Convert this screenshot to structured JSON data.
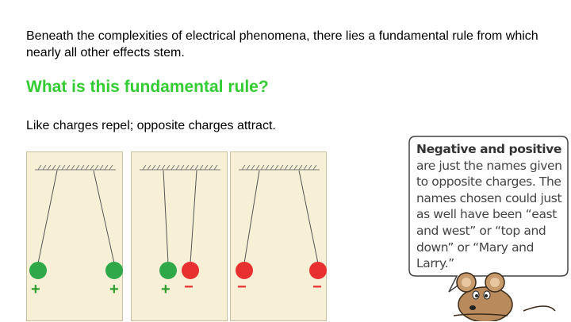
{
  "intro": "Beneath the complexities of electrical phenomena, there lies a fundamental rule from which nearly all other effects stem.",
  "question": "What is this fundamental rule?",
  "answer": "Like charges repel; opposite charges attract.",
  "bubble": {
    "lead": "Negative and positive",
    "text": " are just the names given to opposite charges. The names chosen could just as well have been “east and west” or “top and down” or “Mary and Larry.”"
  },
  "panels": [
    {
      "left_sign": "+",
      "right_sign": "+"
    },
    {
      "left_sign": "+",
      "right_sign": "−"
    },
    {
      "left_sign": "−",
      "right_sign": "−"
    }
  ],
  "colors": {
    "positive": "#2e9e2e",
    "negative": "#e83030",
    "question": "#33cc33"
  }
}
